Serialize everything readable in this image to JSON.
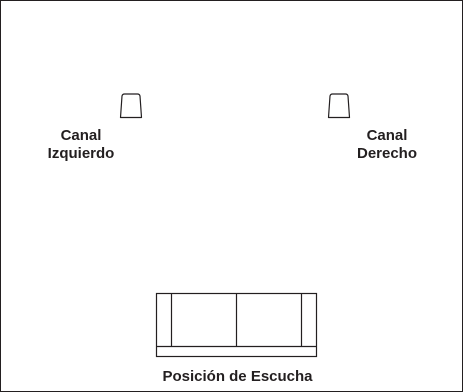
{
  "diagram": {
    "left_channel_label": "Canal\nIzquierdo",
    "right_channel_label": "Canal\nDerecho",
    "listening_position_label": "Posición de Escucha"
  },
  "colors": {
    "stroke": "#231f20",
    "background": "#ffffff"
  },
  "icons": {
    "left_speaker": "speaker-icon",
    "right_speaker": "speaker-icon",
    "listening_seat": "sofa-icon"
  }
}
